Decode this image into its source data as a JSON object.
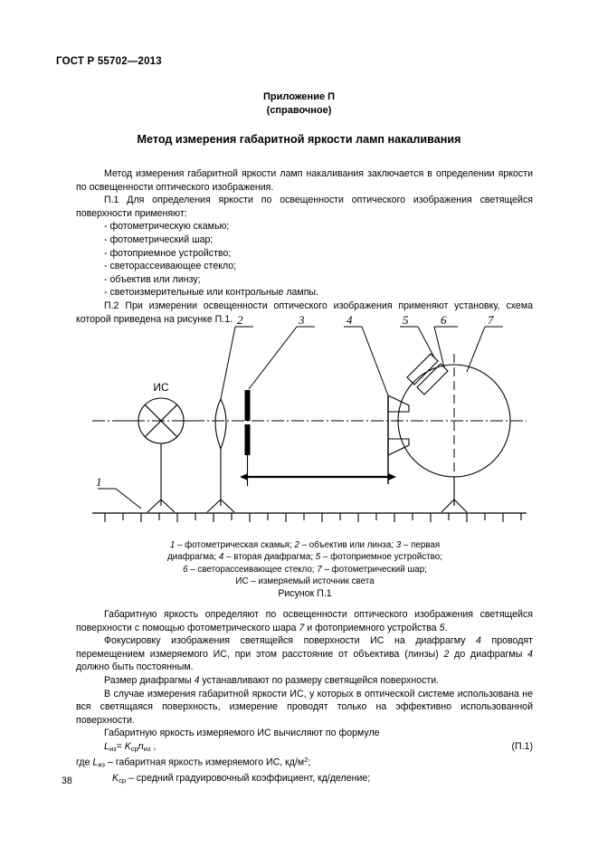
{
  "document": {
    "standard_code": "ГОСТ Р 55702—2013",
    "page_number": "38",
    "annex_title": "Приложение П",
    "annex_subtitle": "(справочное)",
    "title": "Метод измерения габаритной яркости ламп накаливания"
  },
  "intro": {
    "p1": "Метод измерения габаритной яркости ламп накаливания заключается в определении яркости по освещенности оптического изображения.",
    "p2": "П.1 Для определения яркости по освещенности оптического изображения светящейся поверхности применяют:",
    "list": [
      "- фотометрическую скамью;",
      "- фотометрический шар;",
      "- фотоприемное устройство;",
      "- светорассеивающее стекло;",
      "- объектив или линзу;",
      "- светоизмерительные или контрольные лампы."
    ],
    "p3": "П.2 При измерении освещенности оптического изображения применяют установку, схема которой приведена на рисунке П.1."
  },
  "figure": {
    "callouts": {
      "c1": "1",
      "c2": "2",
      "c3": "3",
      "c4": "4",
      "c5": "5",
      "c6": "6",
      "c7": "7"
    },
    "source_label": "ИС",
    "caption_line1_a": "1",
    "caption_line1_b": " – фотометрическая скамья; ",
    "caption_line1_c": "2",
    "caption_line1_d": " – объектив или линза; ",
    "caption_line1_e": "3",
    "caption_line1_f": " – первая",
    "caption_line2_a": "диафрагма; ",
    "caption_line2_b": "4",
    "caption_line2_c": " – вторая диафрагма; ",
    "caption_line2_d": "5",
    "caption_line2_e": " – фотоприемное устройство;",
    "caption_line3_a": "6",
    "caption_line3_b": " – светорассеивающее стекло; ",
    "caption_line3_c": "7",
    "caption_line3_d": " – фотометрический шар;",
    "caption_line4": "ИС – измеряемый источник света",
    "figure_number": "Рисунок П.1"
  },
  "body": {
    "p1_a": "Габаритную яркость определяют по освещенности оптического изображения светящейся поверхности с помощью фотометрического шара ",
    "p1_b": "7",
    "p1_c": " и фотоприемного устройства ",
    "p1_d": "5",
    "p1_e": ".",
    "p2_a": "Фокусировку изображения светящейся поверхности ИС на диафрагму ",
    "p2_b": "4",
    "p2_c": " проводят перемещением измеряемого ИС, при этом расстояние от объектива (линзы) ",
    "p2_d": "2",
    "p2_e": " до диафрагмы ",
    "p2_f": "4",
    "p2_g": " должно быть постоянным.",
    "p3_a": "Размер диафрагмы ",
    "p3_b": "4",
    "p3_c": " устанавливают по размеру светящейся поверхности.",
    "p4": "В случае измерения габаритной яркости ИС, у которых в оптической системе использована не вся светящаяся поверхность, измерение проводят только на эффективно использованной поверхности.",
    "p5": "Габаритную яркость измеряемого ИС вычисляют по формуле",
    "formula": {
      "L": "L",
      "L_sub": "из",
      "eq": "= ",
      "K": "K",
      "K_sub": "ср",
      "n": "n",
      "n_sub": "из",
      "tail": " ,",
      "number": "(П.1)"
    },
    "where_prefix": "где ",
    "where_L": "L",
    "where_L_sub": "из",
    "where_L_text_a": " – габаритная яркость измеряемого ИС, кд/м",
    "where_L_sup": "2",
    "where_L_text_b": ";",
    "where_K": "K",
    "where_K_sub": "ср",
    "where_K_text": " – средний градуировочный коэффициент, кд/деление;"
  }
}
